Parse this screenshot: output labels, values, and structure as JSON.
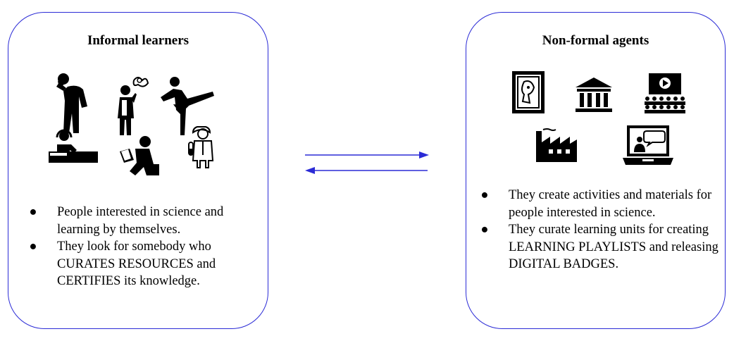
{
  "left_box": {
    "title": "Informal learners",
    "bullets": [
      "People interested in science and learning by themselves.",
      "They look for somebody who CURATES RESOURCES and CERTIFIES its knowledge."
    ],
    "icons": [
      "thinking-person-icon",
      "confused-person-icon",
      "dancer-icon",
      "dj-icon",
      "reading-person-icon",
      "scientist-icon"
    ]
  },
  "right_box": {
    "title": "Non-formal agents",
    "bullets": [
      "They create activities and materials for people interested in science.",
      "They curate learning units for creating LEARNING PLAYLISTS and releasing DIGITAL BADGES."
    ],
    "icons": [
      "framed-painting-icon",
      "museum-icon",
      "cinema-audience-icon",
      "factory-icon",
      "laptop-chat-icon"
    ]
  },
  "colors": {
    "border": "#2b2bd6",
    "arrow": "#2b2bd6"
  },
  "bullet_symbol": "●"
}
